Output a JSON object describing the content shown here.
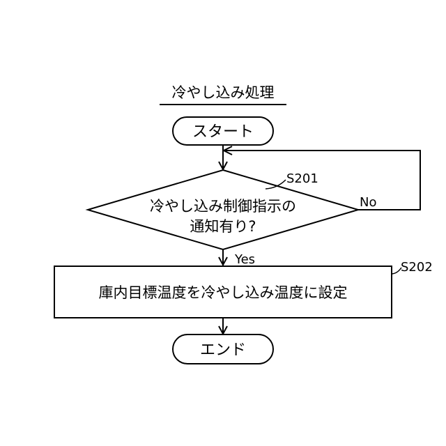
{
  "title": "冷やし込み処理",
  "start_label": "スタート",
  "end_label": "エンド",
  "decision": {
    "step": "S201",
    "line1": "冷やし込み制御指示の",
    "line2": "通知有り?",
    "yes_label": "Yes",
    "no_label": "No"
  },
  "process": {
    "step": "S202",
    "text": "庫内目標温度を冷やし込み温度に設定"
  }
}
